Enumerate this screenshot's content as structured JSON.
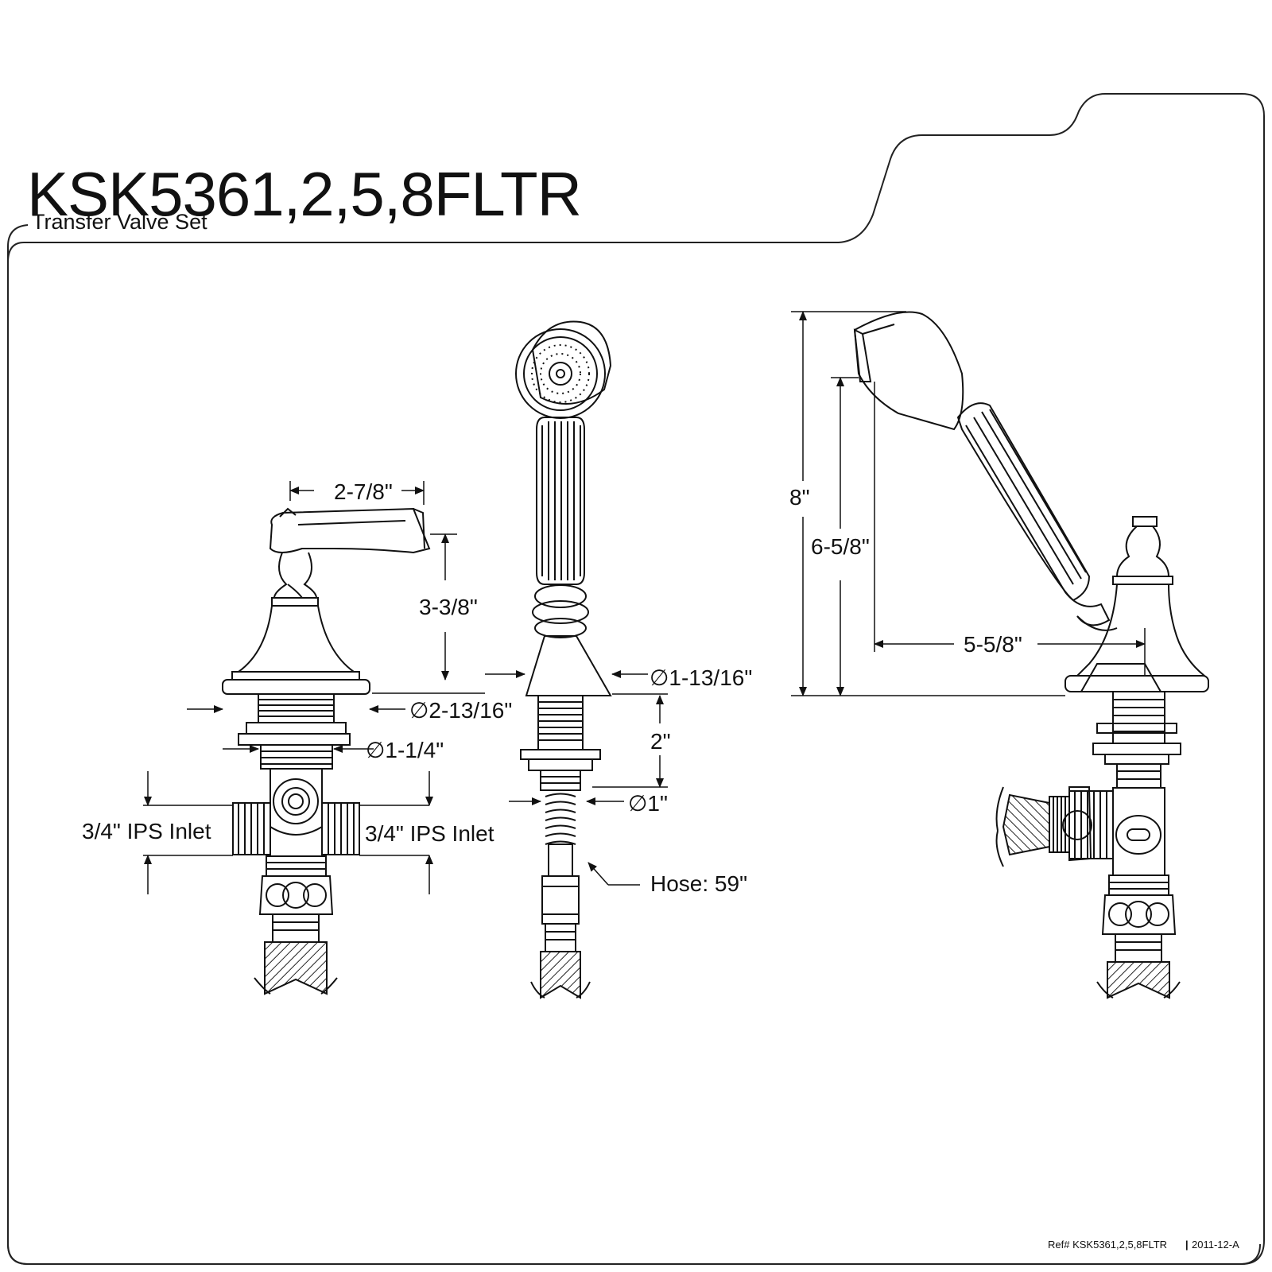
{
  "header": {
    "model": "KSK5361,2,5,8FLTR",
    "product_name": "Transfer Valve Set"
  },
  "dimensions": {
    "handle_reach": "2-7/8\"",
    "handle_height": "3-3/8\"",
    "flange_diameter": "∅2-13/16\"",
    "shank_diameter": "∅1-1/4\"",
    "inlet_left": "3/4\" IPS Inlet",
    "inlet_right": "3/4\" IPS Inlet",
    "sprayer_base_diameter": "∅1-13/16\"",
    "sprayer_shank_length": "2\"",
    "hose_nut_diameter": "∅1\"",
    "hose_length": "Hose: 59\"",
    "overall_height": "8\"",
    "sprayer_height": "6-5/8\"",
    "sprayer_reach": "5-5/8\""
  },
  "footer": {
    "reference": "Ref# KSK5361,2,5,8FLTR",
    "separator": "|",
    "revision": "2011-12-A"
  }
}
